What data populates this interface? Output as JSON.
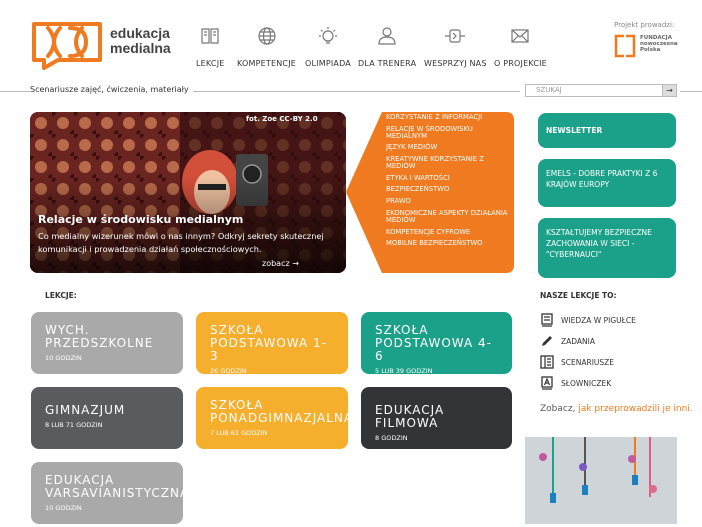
{
  "brand": {
    "line1": "edukacja",
    "line2": "medialna",
    "color": "#f07a1f"
  },
  "nav": [
    {
      "label": "LEKCJE",
      "icon": "book-icon"
    },
    {
      "label": "KOMPETENCJE",
      "icon": "globe-icon"
    },
    {
      "label": "OLIMPIADA",
      "icon": "lightbulb-icon"
    },
    {
      "label": "DLA TRENERA",
      "icon": "user-icon"
    },
    {
      "label": "WESPRZYJ NAS",
      "icon": "plug-icon"
    },
    {
      "label": "O PROJEKCIE",
      "icon": "envelope-icon"
    }
  ],
  "partner": {
    "label": "Projekt prowadzi:",
    "name1": "FUNDACJA",
    "name2": "nowoczesna",
    "name3": "Polska"
  },
  "tagline": "Scenariusze zajęć, ćwiczenia, materiały",
  "search": {
    "placeholder": "SZUKAJ",
    "button": "→"
  },
  "hero": {
    "credit": "fot. Zoe CC-BY 2.0",
    "title": "Relacje w środowisku medialnym",
    "desc": "Co medialny wizerunek mówi o nas innym? Odkryj sekrety skutecznej komunikacji i prowadzenia działań społecznościowych.",
    "more": "zobacz →"
  },
  "competences": [
    "KORZYSTANIE Z INFORMACJI",
    "RELACJE W ŚRODOWISKU MEDIALNYM",
    "JĘZYK MEDIÓW",
    "KREATYWNE KORZYSTANIE Z MEDIÓW",
    "ETYKA I WARTOŚCI",
    "BEZPIECZEŃSTWO",
    "PRAWO",
    "EKONOMICZNE ASPEKTY DZIAŁANIA MEDIÓW",
    "KOMPETENCJE CYFROWE",
    "MOBILNE BEZPIECZEŃSTWO"
  ],
  "right_boxes": [
    {
      "label": "NEWSLETTER"
    },
    {
      "label": "EMELS - DOBRE PRAKTYKI Z 6 KRAJÓW EUROPY"
    },
    {
      "label": "KSZTAŁTUJEMY BEZPIECZNE ZACHOWANIA W SIECI - \"CYBERNAUCI\""
    }
  ],
  "lekcje_label": "LEKCJE:",
  "tiles": [
    {
      "title": "WYCH. PRZEDSZKOLNE",
      "sub": "10 GODZIN"
    },
    {
      "title": "SZKOŁA PODSTAWOWA 1-3",
      "sub": "26 GODZIN"
    },
    {
      "title": "SZKOŁA PODSTAWOWA 4-6",
      "sub": "5 LUB 39 GODZIN"
    },
    {
      "title": "GIMNAZJUM",
      "sub": "8 LUB 71 GODZIN"
    },
    {
      "title": "SZKOŁA PONADGIMNAZJALNA",
      "sub": "7 LUB 61 GODZIN"
    },
    {
      "title": "EDUKACJA FILMOWA",
      "sub": "8 GODZIN"
    },
    {
      "title": "EDUKACJA VARSAVIANISTYCZNA",
      "sub": "10 GODZIN"
    }
  ],
  "our_lessons": {
    "label": "NASZE LEKCJE TO:",
    "items": [
      "WIEDZA W PIGUŁCE",
      "ZADANIA",
      "SCENARIUSZE",
      "SŁOWNICZEK"
    ]
  },
  "zobacz": {
    "prefix": "Zobacz,",
    "link": "jak przeprowadzili je inni."
  },
  "colors": {
    "teal": "#1ba08a",
    "yellow": "#f6ae2d",
    "orange": "#f07a1f",
    "gray": "#a9a9a9",
    "dark": "#333436"
  }
}
